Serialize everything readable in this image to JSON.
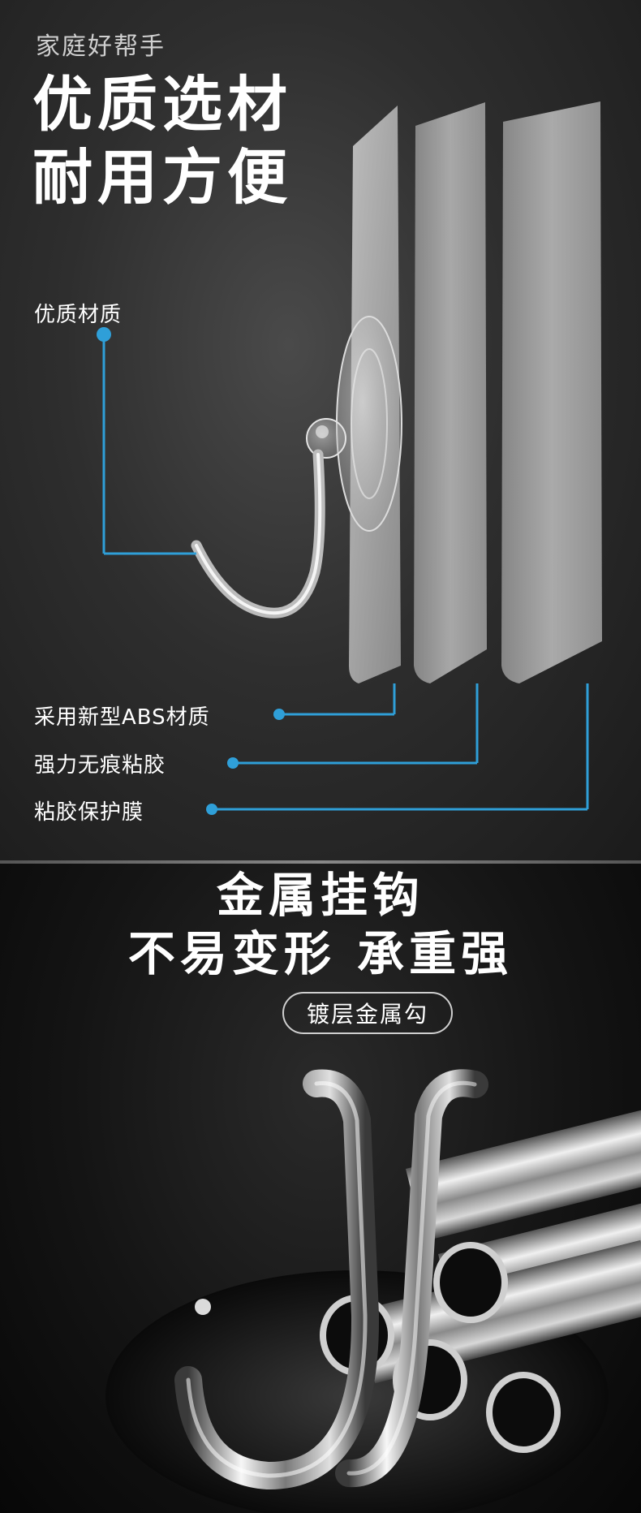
{
  "top": {
    "brand": "家庭好帮手",
    "headline_line1": "优质选材",
    "headline_line2": "耐用方便",
    "callout_hook": "优质材质",
    "callout_abs": "采用新型ABS材质",
    "callout_glue": "强力无痕粘胶",
    "callout_film": "粘胶保护膜",
    "accent_color": "#2f9fd8"
  },
  "bottom": {
    "title_line1": "金属挂钩",
    "title_line2": "不易变形 承重强",
    "badge": "镀层金属勾"
  }
}
